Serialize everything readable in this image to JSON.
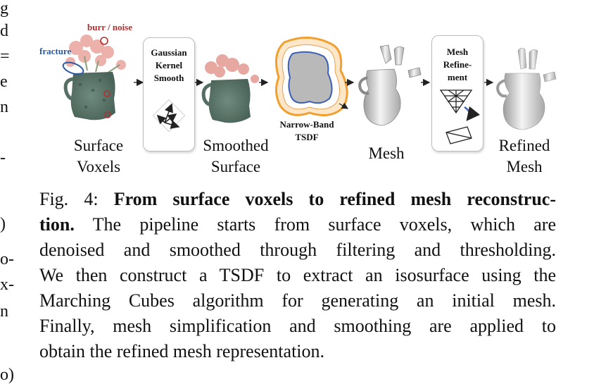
{
  "margin_fragments": [
    "g",
    "d",
    "=",
    "e",
    "n",
    "-",
    ")",
    "o-",
    "x-",
    "n",
    "o)"
  ],
  "figure": {
    "annotations": {
      "burr": "burr / noise",
      "fracture": "fracture"
    },
    "stages": [
      {
        "label_line1": "Surface",
        "label_line2": "Voxels"
      },
      {
        "label_line1": "Smoothed",
        "label_line2": "Surface"
      },
      {
        "label_line1": "Mesh",
        "label_line2": ""
      },
      {
        "label_line1": "Refined",
        "label_line2": "Mesh"
      }
    ],
    "gaussian_box": {
      "line1": "Gaussian",
      "line2": "Kernel",
      "line3": "Smooth"
    },
    "tsdf_label": {
      "line1": "Narrow-Band",
      "line2": "TSDF"
    },
    "refine_box": {
      "line1": "Mesh",
      "line2": "Refine-",
      "line3": "ment"
    },
    "colors": {
      "annotation_red": "#b03030",
      "annotation_blue": "#2b5aa3",
      "tsdf_orange": "#f0a030",
      "tsdf_blue": "#3a5fb5"
    }
  },
  "caption": {
    "fig_number": "Fig. 4:",
    "bold_title_part1": "From surface voxels to refined mesh reconstruc-",
    "bold_title_part2": "tion.",
    "body_line1": "The pipeline starts from surface voxels, which are",
    "body_line2": "denoised and smoothed through filtering and thresholding.",
    "body_line3": "We then construct a TSDF to extract an isosurface using the",
    "body_line4": "Marching Cubes algorithm for generating an initial mesh.",
    "body_line5": "Finally, mesh simplification and smoothing are applied to",
    "body_line6": "obtain the refined mesh representation."
  }
}
